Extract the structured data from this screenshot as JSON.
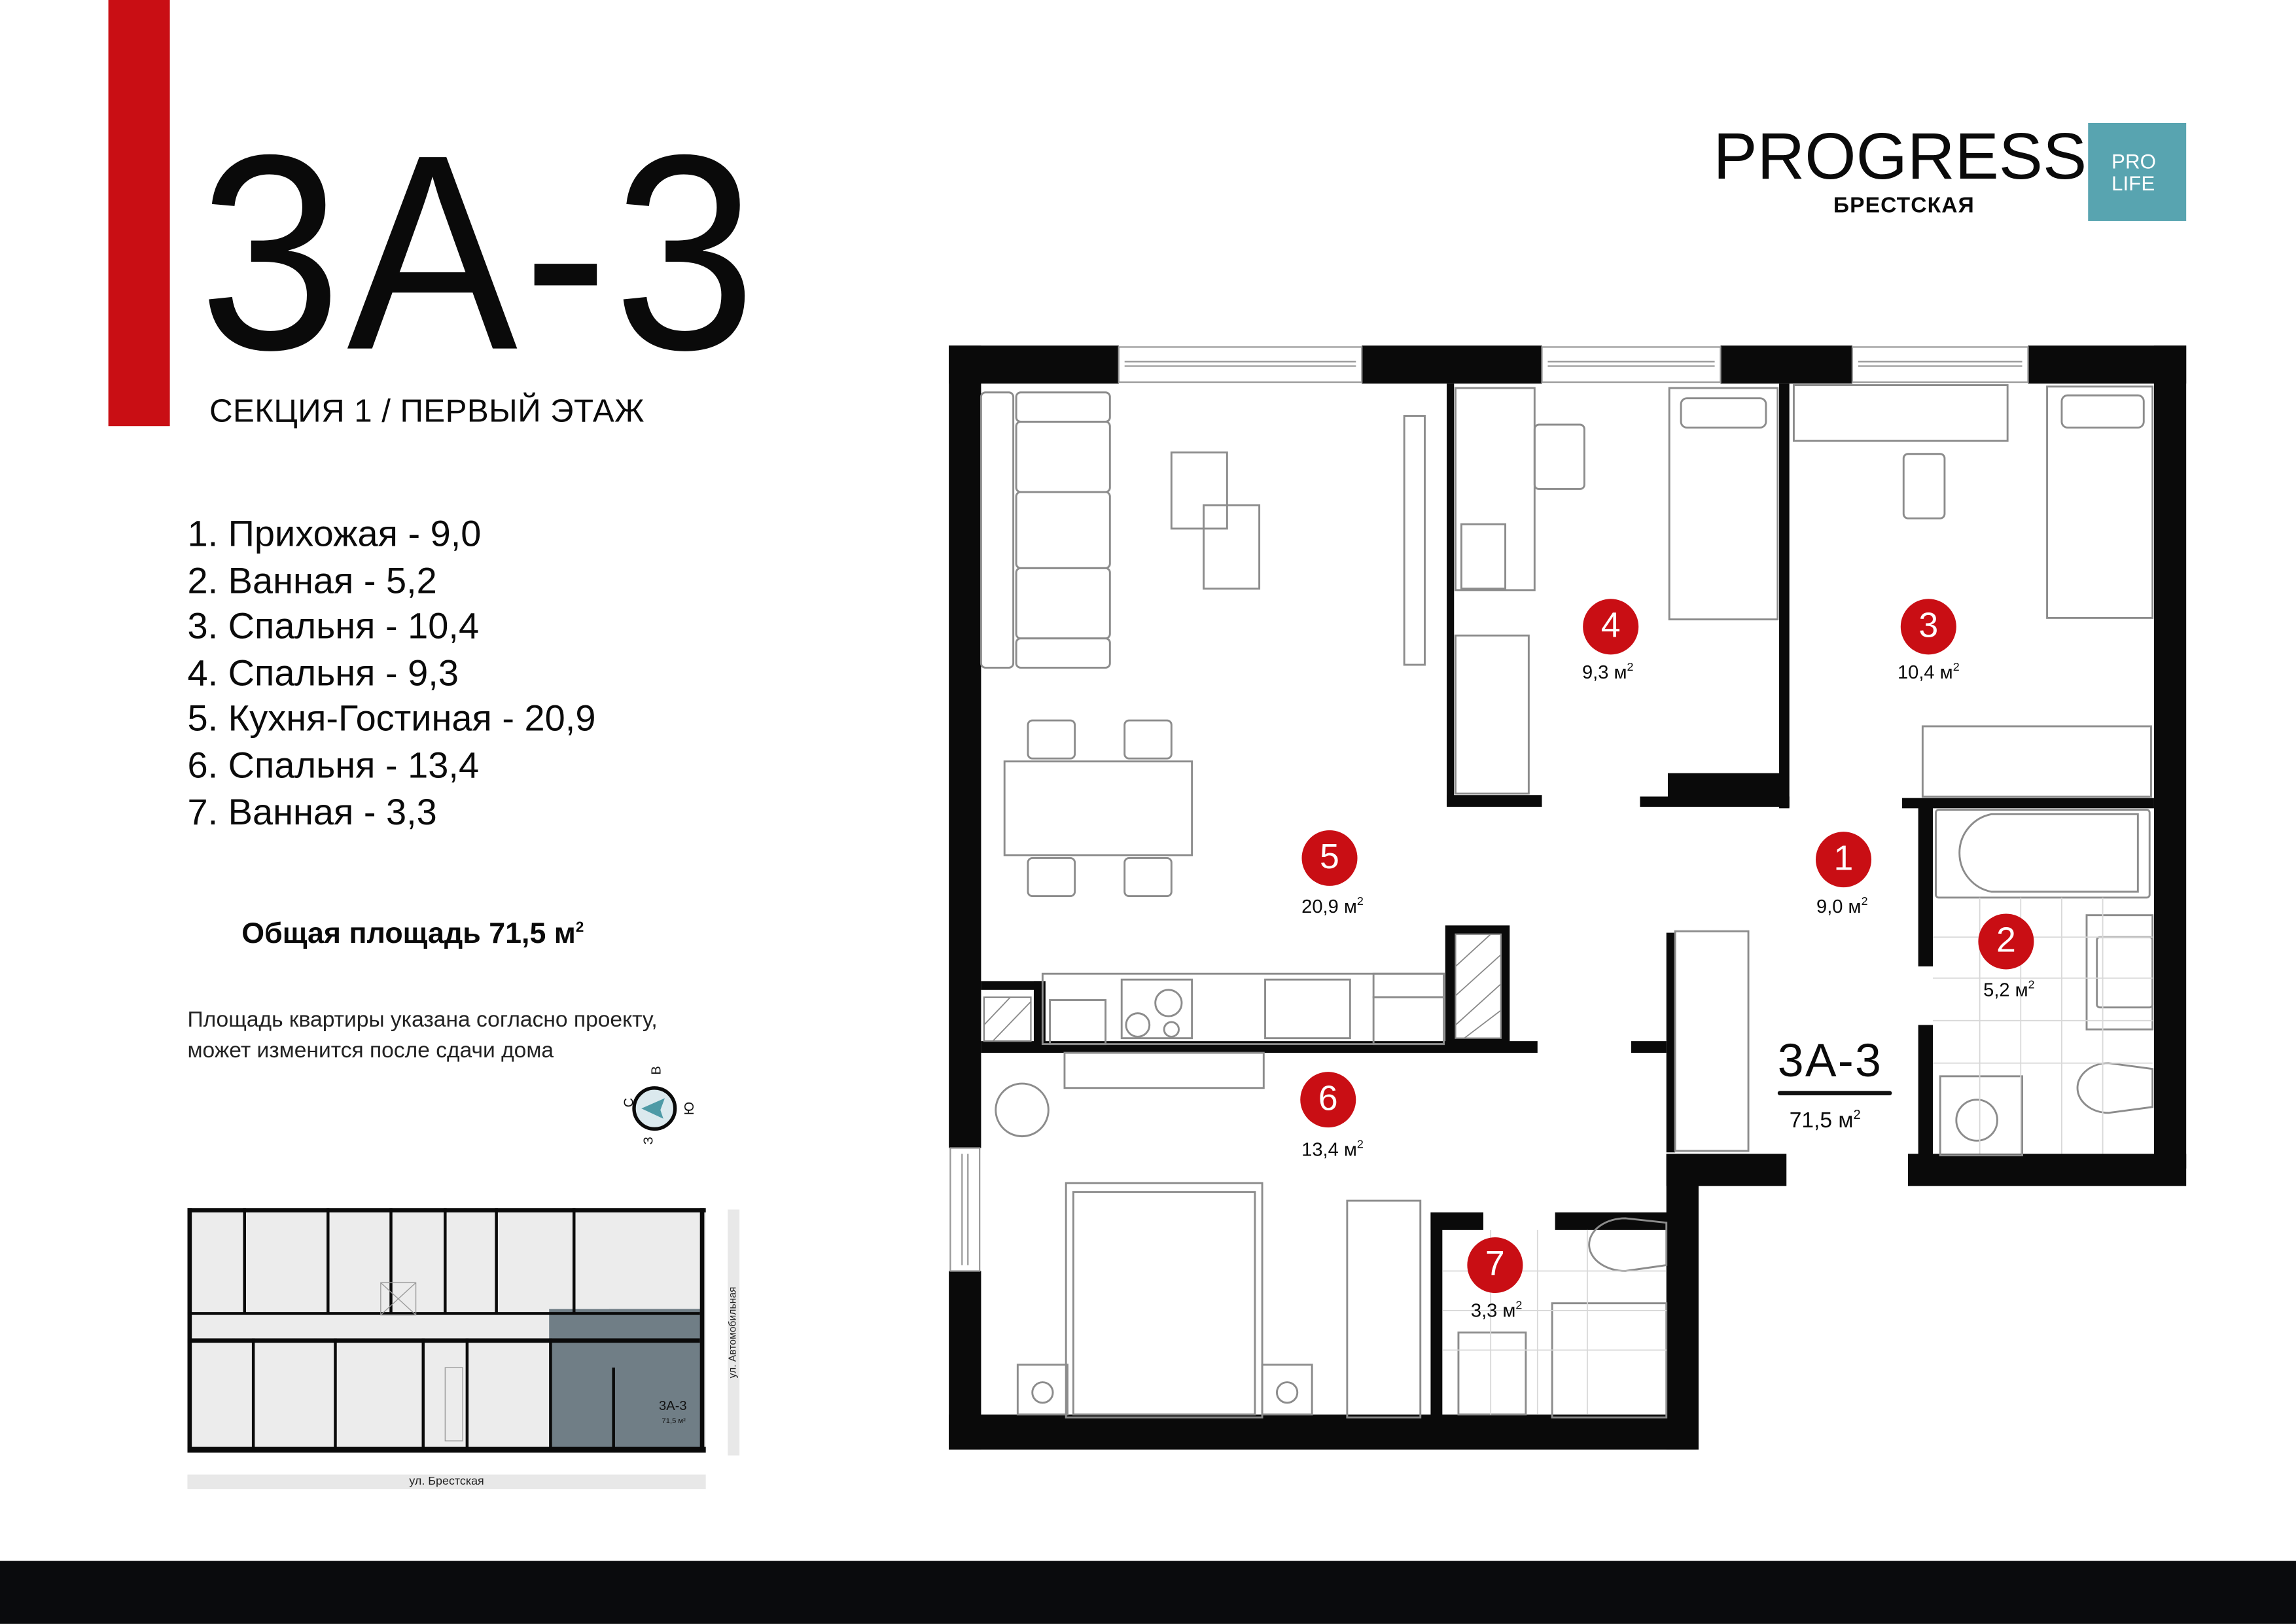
{
  "header": {
    "unit_code": "3А-3",
    "section_floor": "СЕКЦИЯ 1 / ПЕРВЫЙ ЭТАЖ"
  },
  "brand": {
    "name": "PROGRESS",
    "subtitle": "БРЕСТСКАЯ",
    "badge_line1": "PRO",
    "badge_line2": "LIFE",
    "badge_color": "#58a4b0",
    "accent_color": "#c90e14"
  },
  "rooms": [
    {
      "num": "1",
      "label": "1.  Прихожая - 9,0",
      "area": "9,0 м",
      "name": "Прихожая"
    },
    {
      "num": "2",
      "label": "2. Ванная - 5,2",
      "area": "5,2 м",
      "name": "Ванная"
    },
    {
      "num": "3",
      "label": "3. Спальня - 10,4",
      "area": "10,4 м",
      "name": "Спальня"
    },
    {
      "num": "4",
      "label": "4. Спальня - 9,3",
      "area": "9,3 м",
      "name": "Спальня"
    },
    {
      "num": "5",
      "label": "5. Кухня-Гостиная - 20,9",
      "area": "20,9 м",
      "name": "Кухня-Гостиная"
    },
    {
      "num": "6",
      "label": "6. Спальня - 13,4",
      "area": "13,4 м",
      "name": "Спальня"
    },
    {
      "num": "7",
      "label": "7.  Ванная - 3,3",
      "area": "3,3 м",
      "name": "Ванная"
    }
  ],
  "unit_sq_sup": "2",
  "total": {
    "label": "Общая площадь 71,5 м",
    "sup": "2"
  },
  "note": {
    "line1": "Площадь квартиры указана согласно проекту,",
    "line2": "может изменится после сдачи дома"
  },
  "compass": {
    "n": "С",
    "e": "В",
    "s": "Ю",
    "w": "З"
  },
  "plan": {
    "unit_code": "3А-3",
    "unit_area": "71,5 м"
  },
  "site_plan": {
    "street_bottom": "ул. Брестская",
    "street_right": "ул. Автомобильная",
    "unit_code": "3А-3",
    "unit_area": "71,5 м²",
    "highlight_color": "#707e86"
  }
}
